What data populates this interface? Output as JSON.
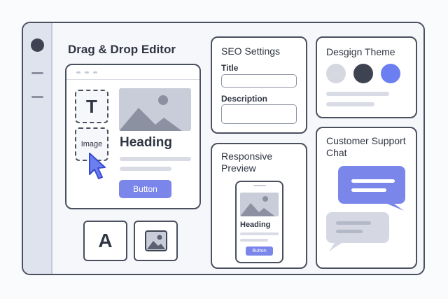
{
  "editor": {
    "title": "Drag & Drop Editor",
    "text_block_glyph": "T",
    "image_block_label": "Image",
    "heading": "Heading",
    "button_label": "Button",
    "text_tool_glyph": "A"
  },
  "seo": {
    "title": "SEO Settings",
    "title_label": "Title",
    "description_label": "Description"
  },
  "theme": {
    "title": "Desgign Theme",
    "swatches": [
      "#d5d7e1",
      "#3d4350",
      "#6b7ff0"
    ]
  },
  "preview": {
    "title": "Responsive Preview",
    "heading": "Heading",
    "button_label": "Button"
  },
  "support": {
    "title": "Customer Support Chat"
  },
  "colors": {
    "accent": "#7b86ea",
    "outline": "#4a505e",
    "sidebar": "#dfe3ee"
  }
}
